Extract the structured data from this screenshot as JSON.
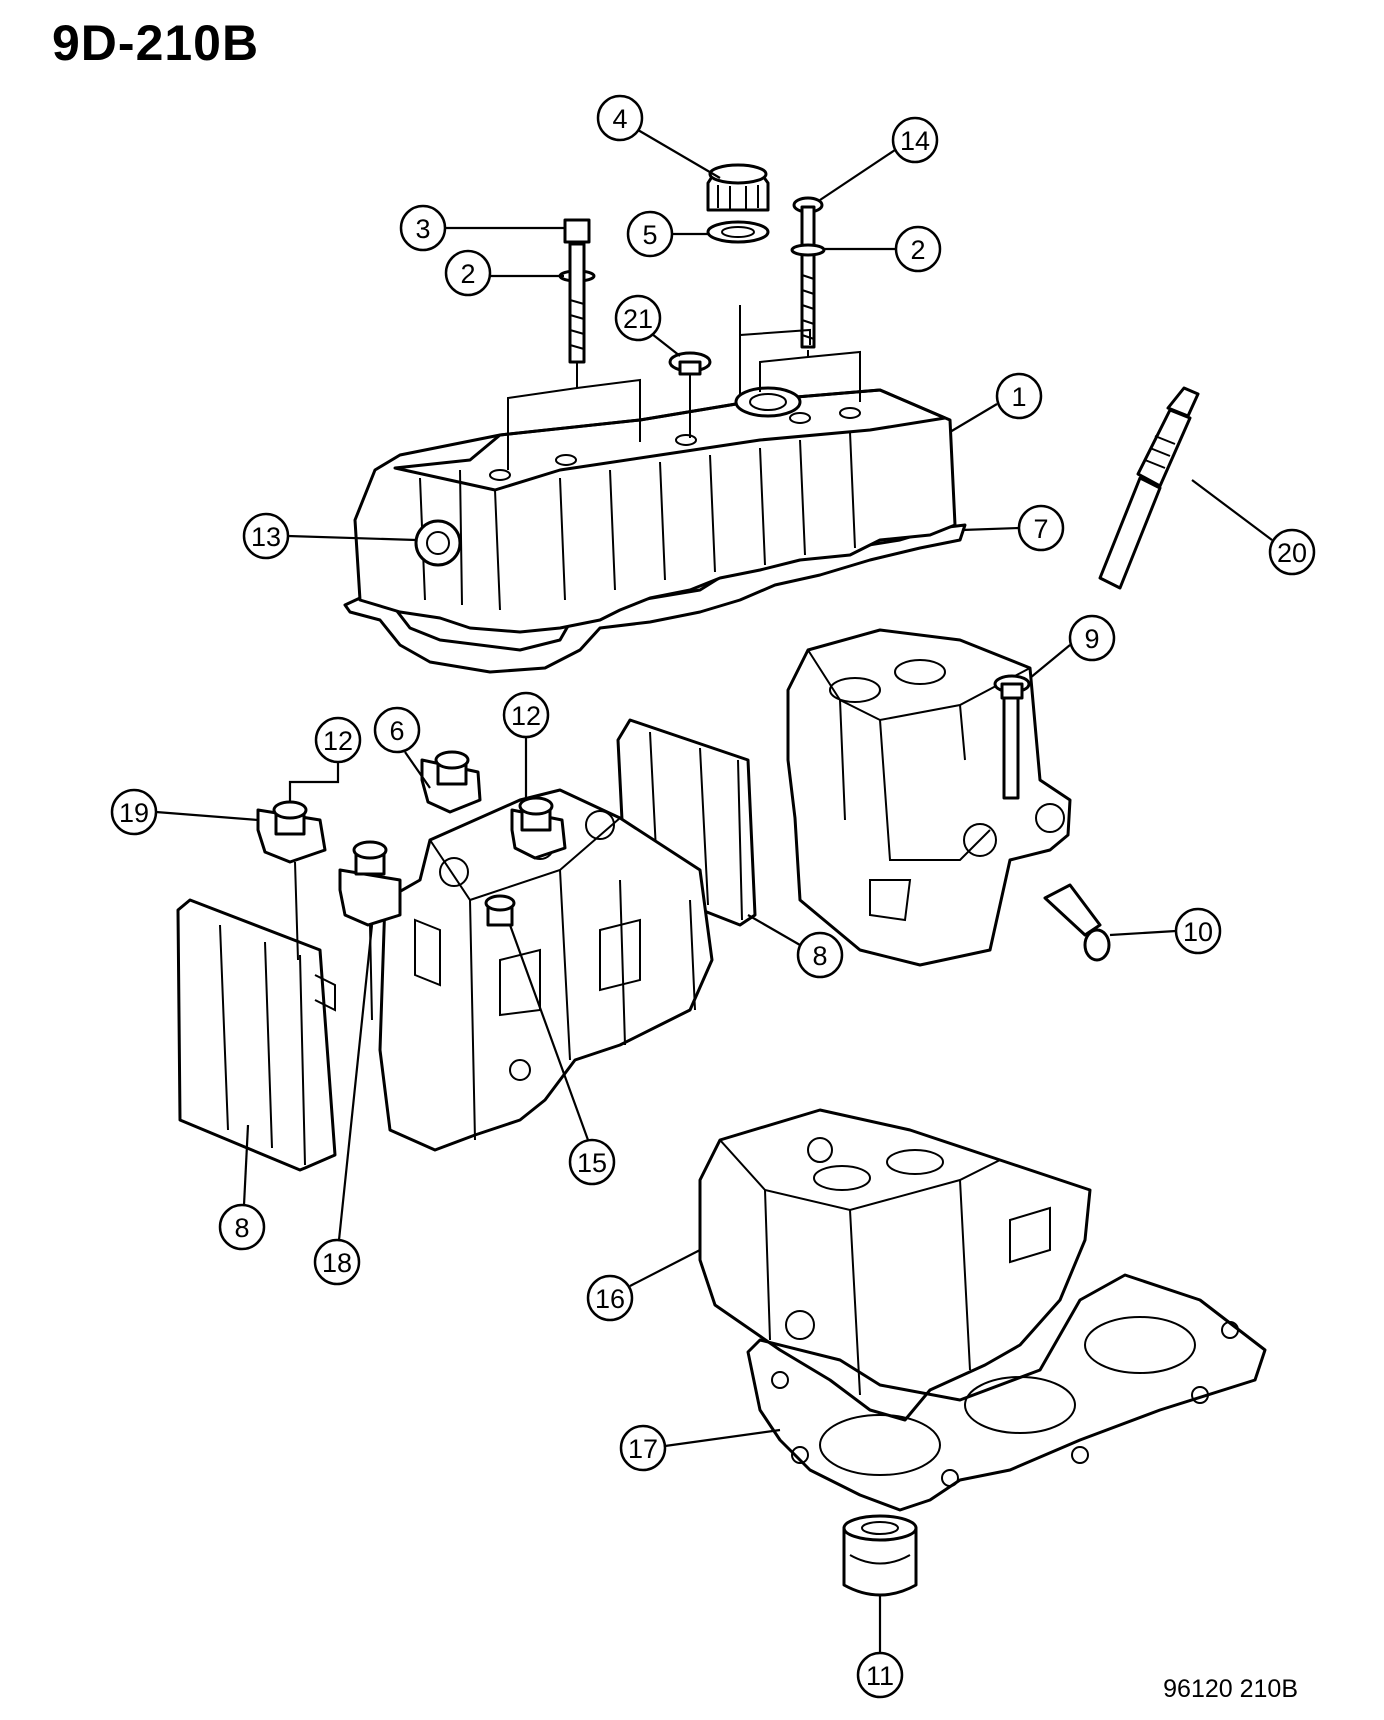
{
  "header": {
    "title": "9D-210B"
  },
  "footer": {
    "code": "96120 210B"
  },
  "callouts": [
    {
      "id": "c1",
      "number": "1"
    },
    {
      "id": "c2a",
      "number": "2"
    },
    {
      "id": "c2b",
      "number": "2"
    },
    {
      "id": "c3",
      "number": "3"
    },
    {
      "id": "c4",
      "number": "4"
    },
    {
      "id": "c5",
      "number": "5"
    },
    {
      "id": "c6",
      "number": "6"
    },
    {
      "id": "c7",
      "number": "7"
    },
    {
      "id": "c8a",
      "number": "8"
    },
    {
      "id": "c8b",
      "number": "8"
    },
    {
      "id": "c9",
      "number": "9"
    },
    {
      "id": "c10",
      "number": "10"
    },
    {
      "id": "c11",
      "number": "11"
    },
    {
      "id": "c12a",
      "number": "12"
    },
    {
      "id": "c12b",
      "number": "12"
    },
    {
      "id": "c13",
      "number": "13"
    },
    {
      "id": "c14",
      "number": "14"
    },
    {
      "id": "c15",
      "number": "15"
    },
    {
      "id": "c16",
      "number": "16"
    },
    {
      "id": "c17",
      "number": "17"
    },
    {
      "id": "c18",
      "number": "18"
    },
    {
      "id": "c19",
      "number": "19"
    },
    {
      "id": "c20",
      "number": "20"
    },
    {
      "id": "c21",
      "number": "21"
    }
  ]
}
